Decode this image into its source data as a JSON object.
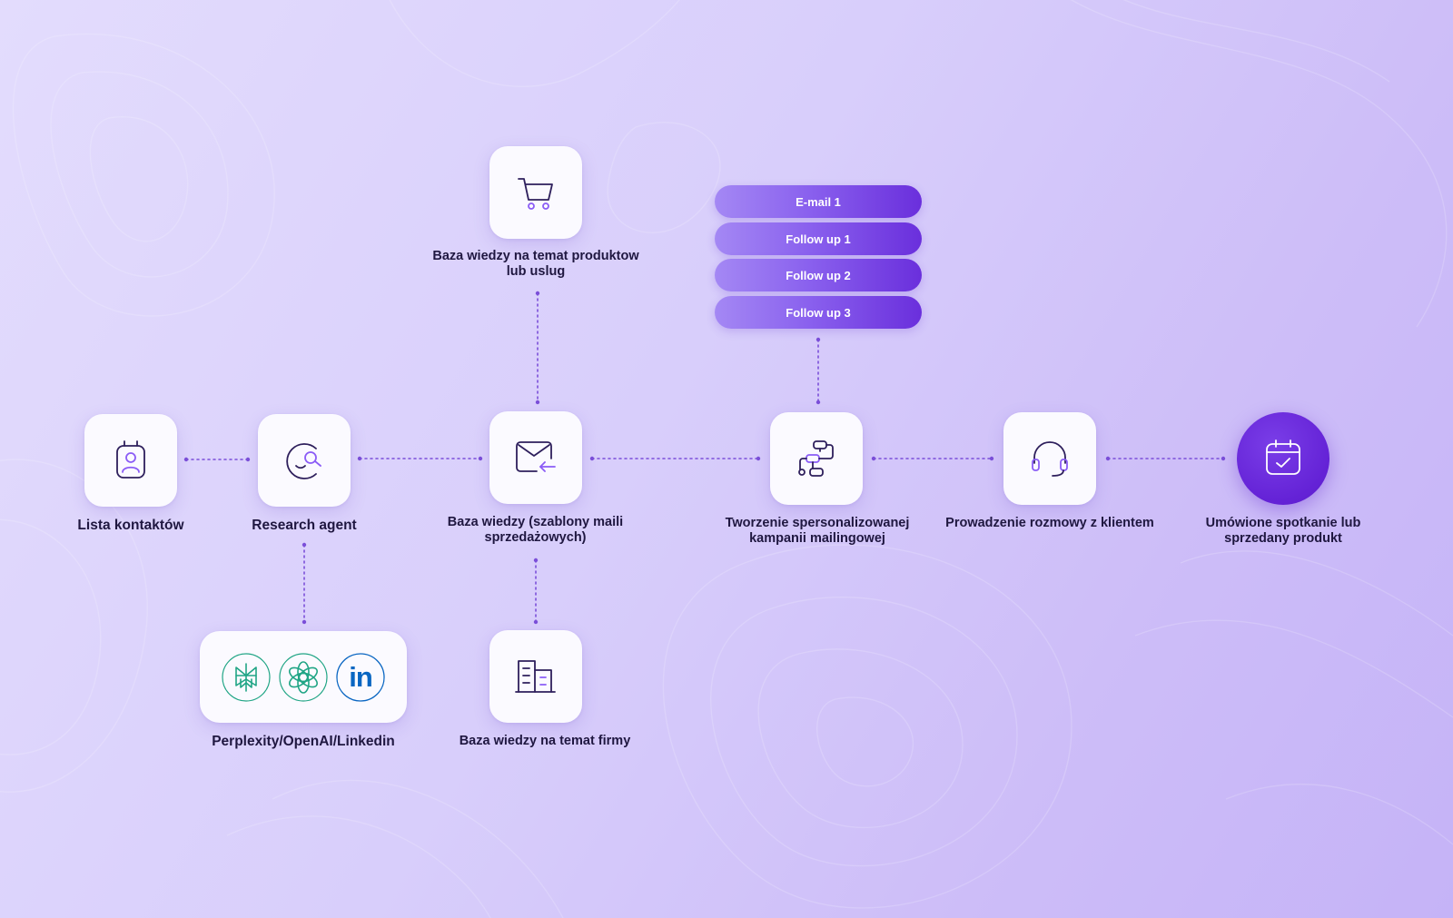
{
  "colors": {
    "accent": "#6422d6",
    "icon_dark": "#2e1f5c",
    "icon_accent": "#8b5cf6",
    "connector": "#7b4fd9",
    "pill_start": "#a488f4",
    "pill_end": "#6a2fdc",
    "tool_green": "#20a585",
    "linkedin_blue": "#0a66c2"
  },
  "nodes": {
    "contacts": {
      "label": "Lista kontaktów",
      "icon": "contact-badge-icon"
    },
    "research": {
      "label": "Research agent",
      "icon": "research-agent-icon"
    },
    "products_kb": {
      "label": "Baza wiedzy na temat produktow lub uslug",
      "icon": "shopping-cart-icon"
    },
    "templates_kb": {
      "label": "Baza wiedzy (szablony maili sprzedażowych)",
      "icon": "mail-reply-icon"
    },
    "company_kb": {
      "label": "Baza wiedzy na temat firmy",
      "icon": "building-icon"
    },
    "campaign": {
      "label": "Tworzenie spersonalizowanej kampanii mailingowej",
      "icon": "workflow-icon"
    },
    "conversation": {
      "label": "Prowadzenie rozmowy z klientem",
      "icon": "headset-icon"
    },
    "outcome": {
      "label": "Umówione spotkanie lub sprzedany produkt",
      "icon": "calendar-check-icon"
    },
    "tools": {
      "label": "Perplexity/OpenAI/Linkedin",
      "logos": [
        "perplexity-logo",
        "openai-logo",
        "linkedin-logo"
      ],
      "linkedin_text": "in"
    }
  },
  "emails": [
    "E-mail 1",
    "Follow up 1",
    "Follow up 2",
    "Follow up 3"
  ]
}
